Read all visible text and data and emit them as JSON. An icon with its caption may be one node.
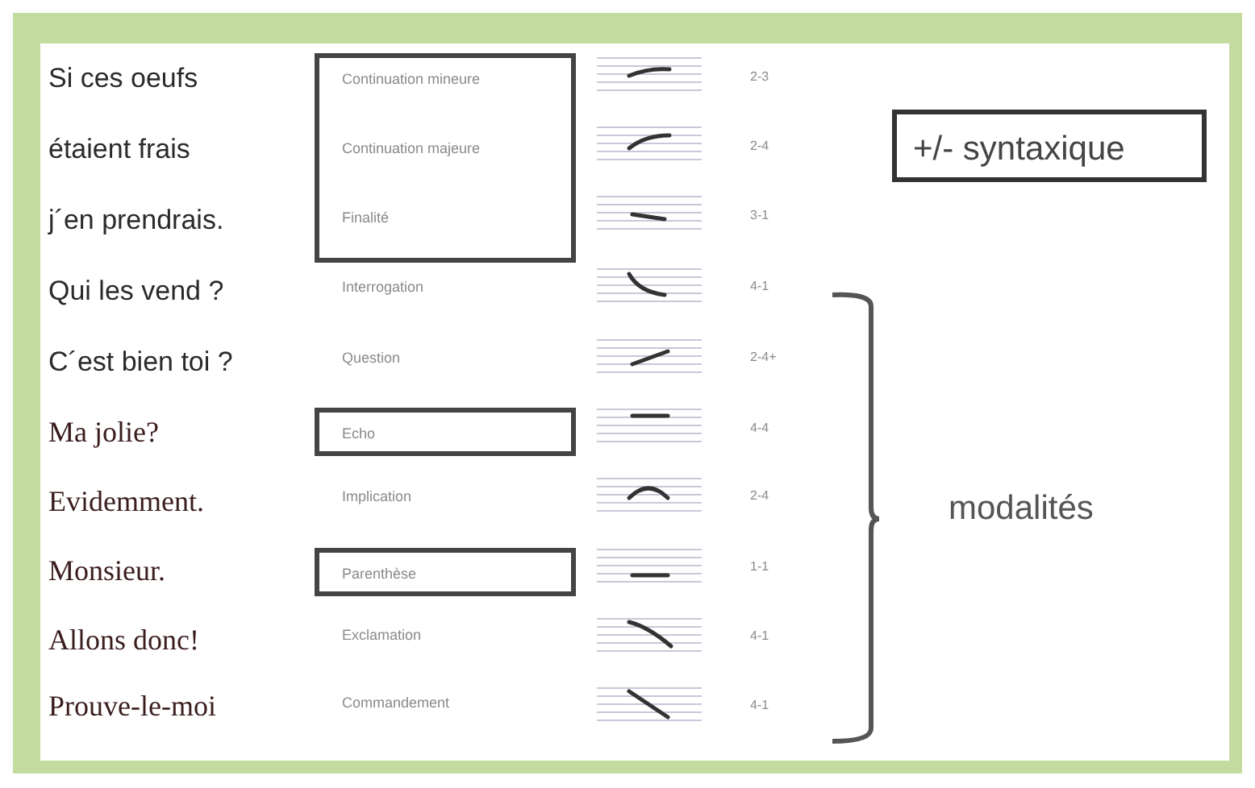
{
  "diagram": {
    "nodes": [
      {
        "text": [
          "Continuation mineure",
          "Continuation majeure",
          "Finalité"
        ]
      },
      {
        "text": [
          "Echo"
        ]
      },
      {
        "text": [
          "Parenthèse"
        ]
      },
      {
        "text": [
          "+/- syntaxique"
        ]
      }
    ],
    "labels": [
      "Si ces oeufs",
      "2-3",
      "étaient frais",
      "2-4",
      "j´en prendrais.",
      "3-1",
      "Qui les vend ?",
      "Interrogation",
      "4-1",
      "C´est bien toi ?",
      "Question",
      "2-4+",
      "Ma jolie?",
      "4-4",
      "Evidemment.",
      "Implication",
      "2-4",
      "modalités",
      "Monsieur.",
      "1-1",
      "Allons donc!",
      "Exclamation",
      "4-1",
      "Prouve-le-moi",
      "Commandement",
      "4-1"
    ]
  }
}
